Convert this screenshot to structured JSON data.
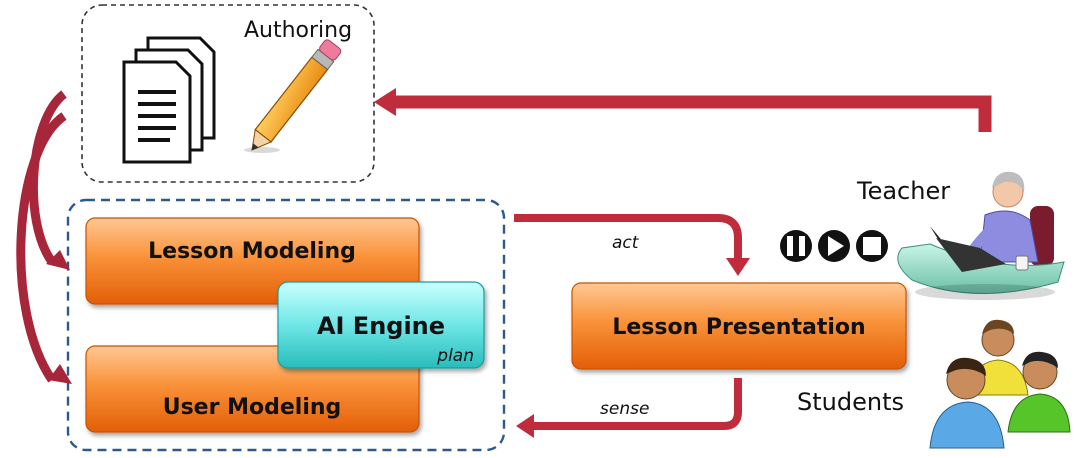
{
  "authoring": {
    "label": "Authoring"
  },
  "modules": {
    "lesson_modeling": "Lesson Modeling",
    "ai_engine": "AI Engine",
    "plan": "plan",
    "user_modeling": "User Modeling",
    "lesson_presentation": "Lesson Presentation"
  },
  "flows": {
    "act": "act",
    "sense": "sense"
  },
  "actors": {
    "teacher": "Teacher",
    "students": "Students"
  },
  "icons": {
    "documents": "documents-icon",
    "pencil": "pencil-icon",
    "pause": "pause-icon",
    "play": "play-icon",
    "stop": "stop-icon",
    "teacher": "teacher-at-laptop-icon",
    "students": "students-group-icon"
  },
  "colors": {
    "orange_light": "#ffb066",
    "orange_dark": "#e8620a",
    "teal_light": "#b8fbfb",
    "teal_dark": "#2cc7c7",
    "arrow": "#bf2c3c",
    "frame_blue": "#2e5a8a"
  }
}
